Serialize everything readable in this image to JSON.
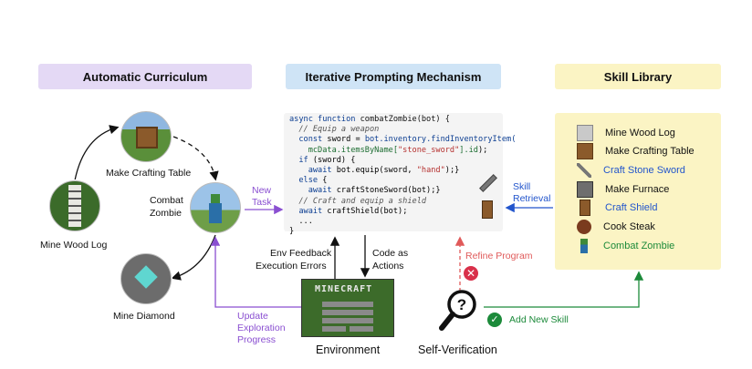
{
  "headers": {
    "curriculum": "Automatic Curriculum",
    "prompting": "Iterative Prompting Mechanism",
    "library": "Skill Library"
  },
  "colors": {
    "curriculum_bg": "#e4d9f5",
    "prompting_bg": "#cfe4f6",
    "library_bg": "#fbf4c4",
    "purple_arrow": "#8a4fd1",
    "blue_arrow": "#2255cc",
    "red_arrow": "#e05a5a",
    "green_arrow": "#1c8a3a"
  },
  "curriculum": {
    "make_crafting_table": "Make Crafting Table",
    "combat_zombie_line1": "Combat",
    "combat_zombie_line2": "Zombie",
    "mine_wood_log": "Mine Wood Log",
    "mine_diamond": "Mine Diamond"
  },
  "flow_labels": {
    "new_task_line1": "New",
    "new_task_line2": "Task",
    "skill_retrieval_line1": "Skill",
    "skill_retrieval_line2": "Retrieval",
    "env_feedback_line1": "Env Feedback",
    "env_feedback_line2": "Execution Errors",
    "code_actions_line1": "Code as",
    "code_actions_line2": "Actions",
    "refine_program": "Refine Program",
    "update_line1": "Update",
    "update_line2": "Exploration",
    "update_line3": "Progress",
    "add_new_skill": "Add New Skill",
    "environment": "Environment",
    "self_verification": "Self-Verification",
    "minecraft_logo": "MINECRAFT"
  },
  "code_lines": [
    "async function combatZombie(bot) {",
    "  // Equip a weapon",
    "  const sword = bot.inventory.findInventoryItem(",
    "    mcData.itemsByName[\"stone_sword\"].id);",
    "  if (sword) {",
    "    await bot.equip(sword, \"hand\");}",
    "  else {",
    "    await craftStoneSword(bot);}",
    "  // Craft and equip a shield",
    "  await craftShield(bot);",
    "  ...",
    "}"
  ],
  "skills": [
    {
      "label": "Mine Wood  Log",
      "color": "#111111",
      "icon": "stone-block-icon"
    },
    {
      "label": "Make Crafting Table",
      "color": "#111111",
      "icon": "crafting-table-icon"
    },
    {
      "label": "Craft Stone Sword",
      "color": "#2255cc",
      "icon": "stone-sword-icon"
    },
    {
      "label": "Make Furnace",
      "color": "#111111",
      "icon": "furnace-icon"
    },
    {
      "label": "Craft Shield",
      "color": "#2255cc",
      "icon": "shield-icon"
    },
    {
      "label": "Cook Steak",
      "color": "#111111",
      "icon": "steak-icon"
    },
    {
      "label": "Combat Zombie",
      "color": "#1c8a3a",
      "icon": "zombie-icon"
    }
  ]
}
